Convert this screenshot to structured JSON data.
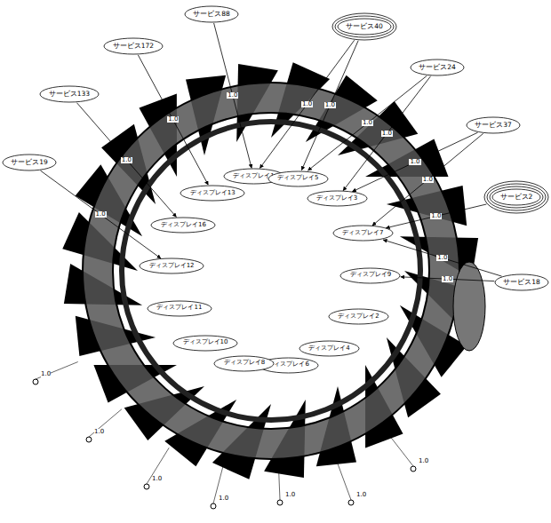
{
  "diagram": {
    "nodes": [
      {
        "text": [
          "サービス88"
        ]
      },
      {
        "text": [
          "サービス40"
        ]
      },
      {
        "text": [
          "サービス172"
        ]
      },
      {
        "text": [
          "サービス24"
        ]
      },
      {
        "text": [
          "サービス133"
        ]
      },
      {
        "text": [
          "サービス37"
        ]
      },
      {
        "text": [
          "サービス19"
        ]
      },
      {
        "text": [
          "サービス2"
        ]
      },
      {
        "text": [
          "サービス18"
        ]
      },
      {
        "text": [
          "ディスプレイ1"
        ]
      },
      {
        "text": [
          "ディスプレイ5"
        ]
      },
      {
        "text": [
          "ディスプレイ3"
        ]
      },
      {
        "text": [
          "ディスプレイ7"
        ]
      },
      {
        "text": [
          "ディスプレイ9"
        ]
      },
      {
        "text": [
          "ディスプレイ2"
        ]
      },
      {
        "text": [
          "ディスプレイ4"
        ]
      },
      {
        "text": [
          "ディスプレイ6"
        ]
      },
      {
        "text": [
          "ディスプレイ8"
        ]
      },
      {
        "text": [
          "ディスプレイ10"
        ]
      },
      {
        "text": [
          "ディスプレイ11"
        ]
      },
      {
        "text": [
          "ディスプレイ12"
        ]
      },
      {
        "text": [
          "ディスプレイ16"
        ]
      },
      {
        "text": [
          "ディスプレイ13"
        ]
      }
    ],
    "edges": [
      {
        "from": 0,
        "to": 9,
        "arrow": "to",
        "label": "1.0"
      },
      {
        "from": 1,
        "to": 10,
        "arrow": "to",
        "label": "1.0"
      },
      {
        "from": 1,
        "to": 9,
        "arrow": "to",
        "label": "1.0"
      },
      {
        "from": 2,
        "to": 22,
        "arrow": "to",
        "label": "1.0"
      },
      {
        "from": 3,
        "to": 11,
        "arrow": "to",
        "label": "1.0"
      },
      {
        "from": 3,
        "to": 10,
        "arrow": "to",
        "label": "1.0"
      },
      {
        "from": 4,
        "to": 21,
        "arrow": "to",
        "label": "1.0"
      },
      {
        "from": 5,
        "to": 12,
        "arrow": "to",
        "label": "1.0"
      },
      {
        "from": 5,
        "to": 11,
        "arrow": "to",
        "label": "1.0"
      },
      {
        "from": 6,
        "to": 20,
        "arrow": "to",
        "label": "1.0"
      },
      {
        "from": 7,
        "to": 12,
        "arrow": "to",
        "label": "1.0"
      },
      {
        "from": 8,
        "to": 13,
        "arrow": "to",
        "label": "1.0"
      },
      {
        "from": 8,
        "to": 12,
        "arrow": "to",
        "label": "1.0"
      }
    ],
    "labels": [
      "1.0",
      "1.0",
      "1.0",
      "1.0",
      "1.0",
      "1.0",
      "1.0"
    ]
  }
}
